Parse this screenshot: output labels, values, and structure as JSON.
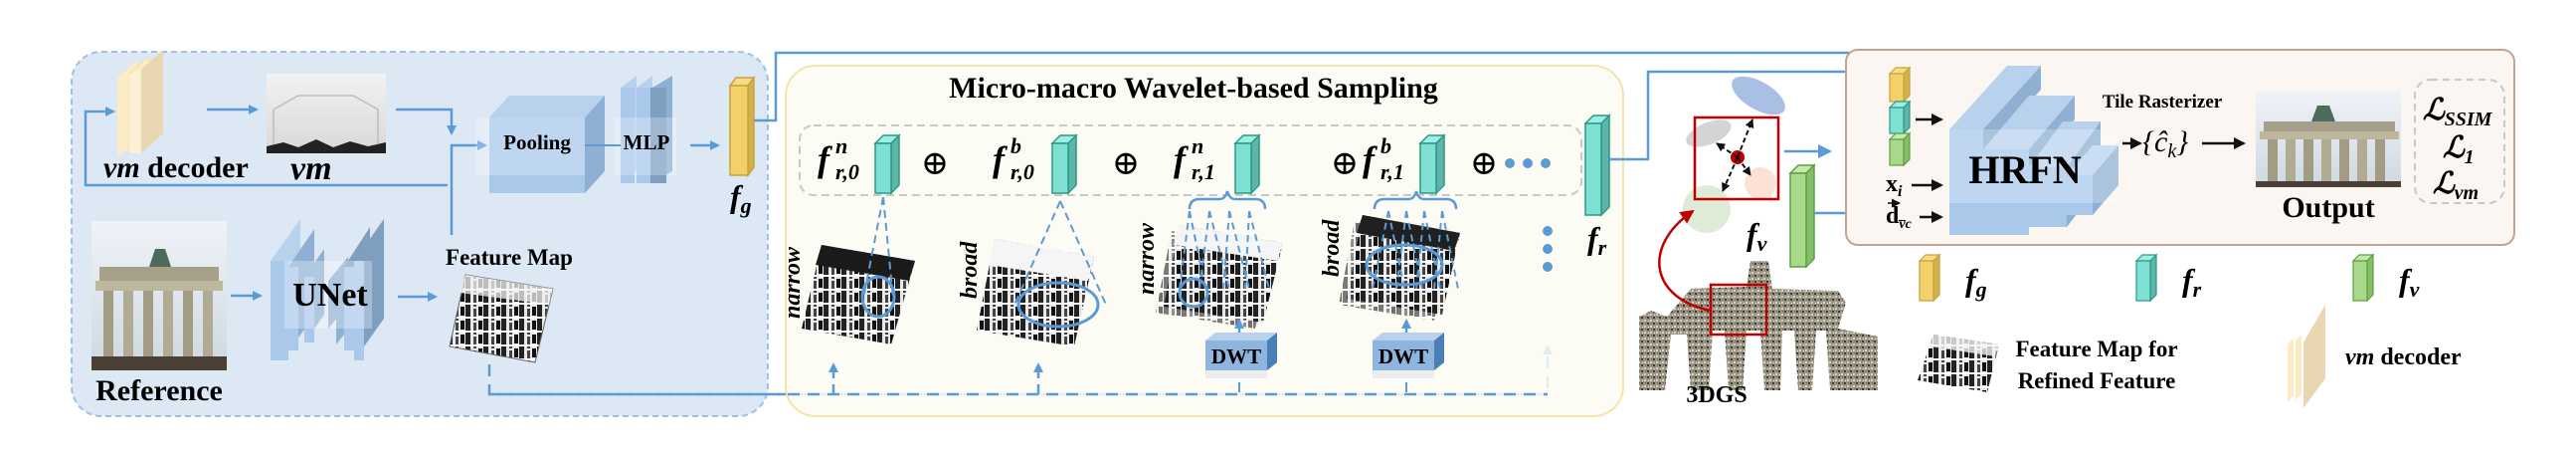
{
  "diagram": {
    "left_panel": {
      "vm_decoder_label_var": "vm",
      "vm_decoder_label_text": " decoder",
      "vm_label": "vm",
      "pooling_label": "Pooling",
      "mlp_label": "MLP",
      "fg_label": "f",
      "fg_sub": "g",
      "unet_label": "UNet",
      "reference_label": "Reference",
      "feature_map_label": "Feature Map"
    },
    "sampling_panel": {
      "title": "Micro-macro Wavelet-based Sampling",
      "terms": [
        {
          "base": "f",
          "sup": "n",
          "sub": "r,0"
        },
        {
          "base": "f",
          "sup": "b",
          "sub": "r,0"
        },
        {
          "base": "f",
          "sup": "n",
          "sub": "r,1"
        },
        {
          "base": "f",
          "sup": "b",
          "sub": "r,1"
        }
      ],
      "plus_symbol": "⊕",
      "ellipsis": "•••",
      "scale_labels": [
        "narrow",
        "broad",
        "narrow",
        "broad"
      ],
      "dwt_labels": [
        "DWT",
        "DWT"
      ],
      "fr_label": "f",
      "fr_sub": "r"
    },
    "gaussian_section": {
      "fv_label": "f",
      "fv_sub": "v",
      "gs_label": "3DGS"
    },
    "hrfn_panel": {
      "xi_label": "x",
      "xi_sub": "i",
      "d_label": "d",
      "d_sub": "v̅c",
      "hrfn_label": "HRFN",
      "tile_rasterizer_label": "Tile Rasterizer",
      "ck_label": "{ĉ",
      "ck_sub": "k",
      "ck_close": "}",
      "output_label": "Output",
      "losses": [
        {
          "base": "ℒ",
          "sub": "SSIM"
        },
        {
          "base": "ℒ",
          "sub": "1"
        },
        {
          "base": "ℒ",
          "sub": "vm"
        }
      ]
    },
    "legend": {
      "items": [
        {
          "name": "fg",
          "base": "f",
          "sub": "g",
          "color": "#f2d16b"
        },
        {
          "name": "fr",
          "base": "f",
          "sub": "r",
          "color": "#7fe0d4"
        },
        {
          "name": "fv",
          "base": "f",
          "sub": "v",
          "color": "#a8d88a"
        }
      ],
      "feature_map_line1": "Feature Map for",
      "feature_map_line2": "Refined Feature",
      "decoder_var": "vm",
      "decoder_text": " decoder"
    },
    "colors": {
      "left_panel_bg": "#dde8f5",
      "left_panel_border": "#9cc0e6",
      "sampling_panel_bg": "#fdfbf2",
      "sampling_panel_border": "#f6e3a8",
      "hrfn_panel_bg": "#fcf6f2",
      "hrfn_panel_border": "#c4a491",
      "arrow_blue": "#5b9bd5",
      "block_blue": "#a9c8ea",
      "block_blue_dark": "#7f9fc0",
      "gold": "#f2d16b",
      "teal": "#7fe0d4",
      "green": "#a8d88a",
      "decoder_cream": "#fbecc5",
      "red": "#c00000"
    }
  }
}
